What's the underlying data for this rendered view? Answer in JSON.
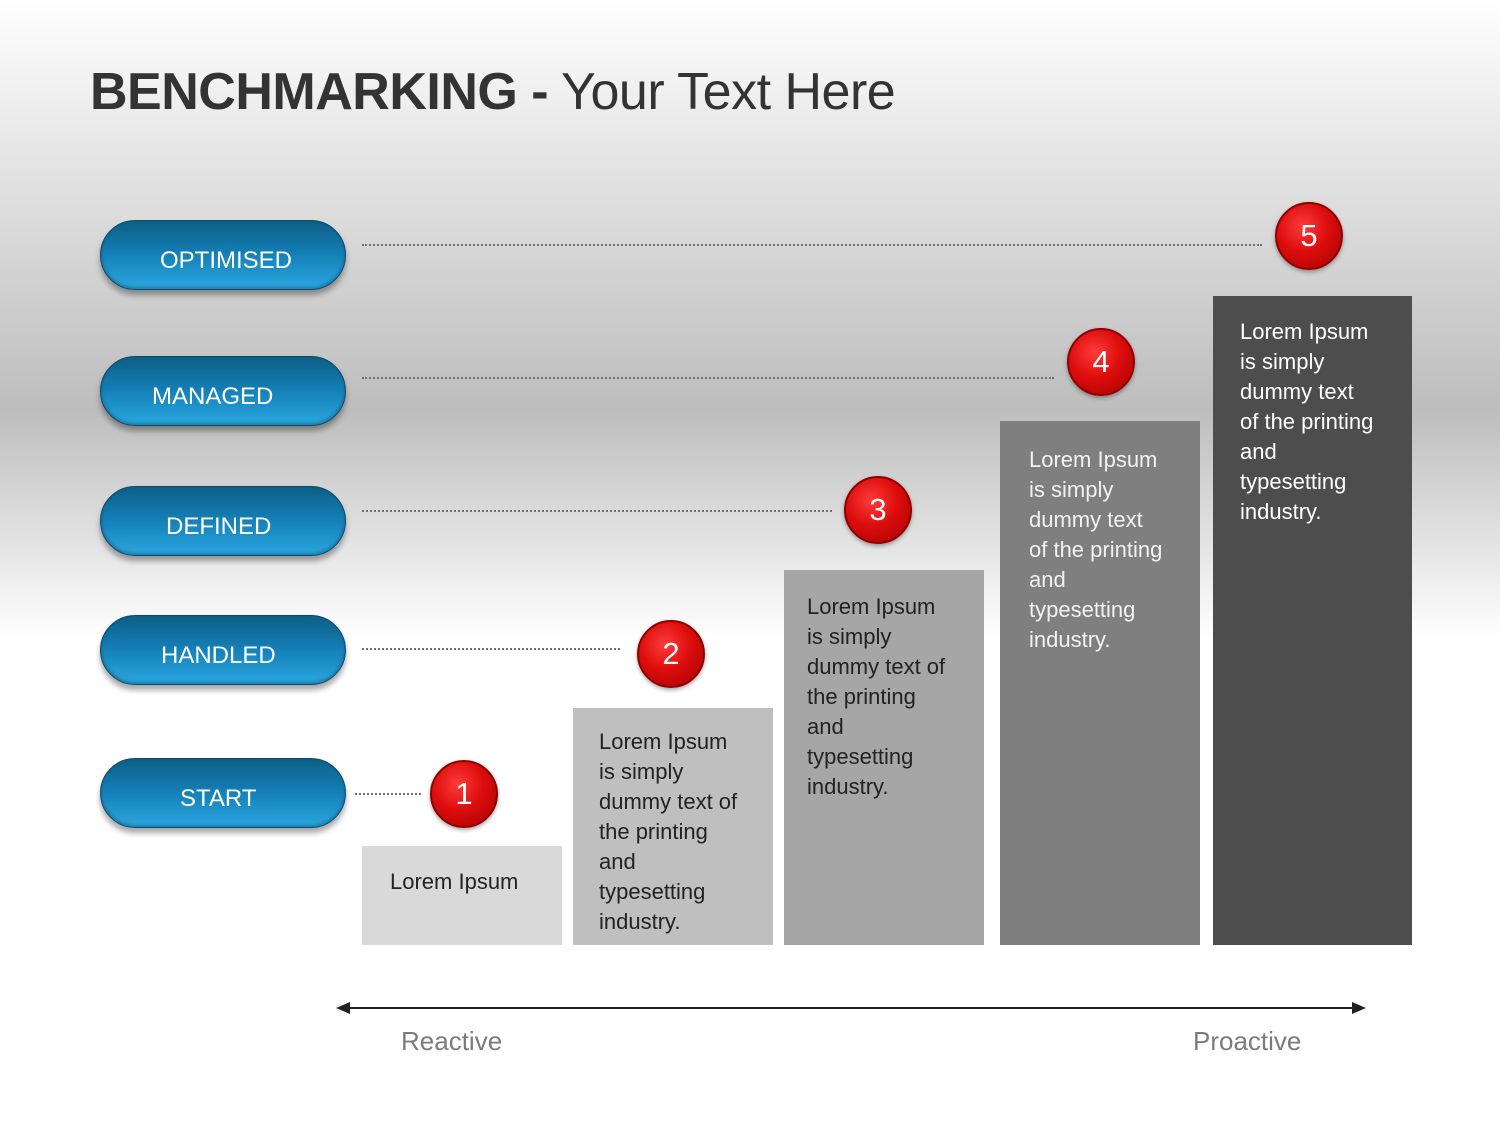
{
  "title": {
    "bold": "BENCHMARKING -",
    "regular": " Your Text Here"
  },
  "levels": [
    {
      "label": "OPTIMISED"
    },
    {
      "label": "MANAGED"
    },
    {
      "label": "DEFINED"
    },
    {
      "label": "HANDLED"
    },
    {
      "label": "START"
    }
  ],
  "steps": [
    {
      "number": "1",
      "text": "Lorem Ipsum",
      "color": "#d9d9d9"
    },
    {
      "number": "2",
      "text": "Lorem Ipsum\nis simply\ndummy text of\nthe printing\nand\ntypesetting\nindustry.",
      "color": "#bfbfbf"
    },
    {
      "number": "3",
      "text": "Lorem Ipsum\nis simply\ndummy text of\nthe printing\nand\ntypesetting\nindustry.",
      "color": "#a6a6a6"
    },
    {
      "number": "4",
      "text": "Lorem Ipsum\nis simply\ndummy text\nof the printing\nand\ntypesetting\nindustry.",
      "color": "#7f7f7f"
    },
    {
      "number": "5",
      "text": "Lorem Ipsum\nis simply\ndummy text\nof the printing\nand\ntypesetting\nindustry.",
      "color": "#4d4d4d"
    }
  ],
  "axis": {
    "left_label": "Reactive",
    "right_label": "Proactive"
  },
  "colors": {
    "pill_blue": "#137db3",
    "badge_red": "#dd0d0d",
    "text_dark": "#333333"
  }
}
